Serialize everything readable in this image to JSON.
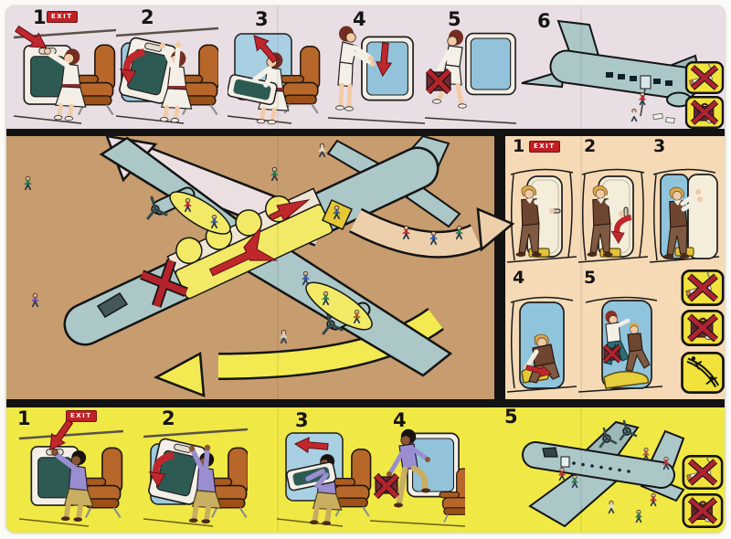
{
  "card_type": "airline-safety-card",
  "exit_sign_label": "EXIT",
  "top_panel": {
    "background": "#e9dee3",
    "subject": "overwing-exit-operation-cabin-attendant",
    "steps": [
      "1",
      "2",
      "3",
      "4",
      "5",
      "6"
    ],
    "icons": [
      "no-smoking",
      "no-baggage"
    ]
  },
  "overview_panel": {
    "background": "#c79c6e",
    "subject": "aircraft-evacuation-routes-overview"
  },
  "door_panel": {
    "background": "#f6dab6",
    "subject": "main-cabin-door-operation",
    "steps": [
      "1",
      "2",
      "3",
      "4",
      "5"
    ],
    "icons": [
      "no-smoking",
      "no-baggage",
      "use-evacuation-slide"
    ]
  },
  "bottom_panel": {
    "background": "#f0e945",
    "subject": "overwing-exit-operation-passenger",
    "steps": [
      "1",
      "2",
      "3",
      "4",
      "5"
    ],
    "icons": [
      "no-smoking",
      "no-baggage"
    ]
  },
  "palette": {
    "aircraft_blue": "#abc7c8",
    "arrow_red": "#c0272d",
    "prohibition_yellow": "#f1e23c",
    "prohibition_red": "#b2232b",
    "seat_brown": "#b7672a",
    "cabin_yellow": "#f2ea66",
    "divider_black": "#131313",
    "escape_arrow_pink": "#ecdfe2",
    "escape_arrow_yellow": "#f2ea50",
    "escape_arrow_tan": "#edd0ab"
  }
}
